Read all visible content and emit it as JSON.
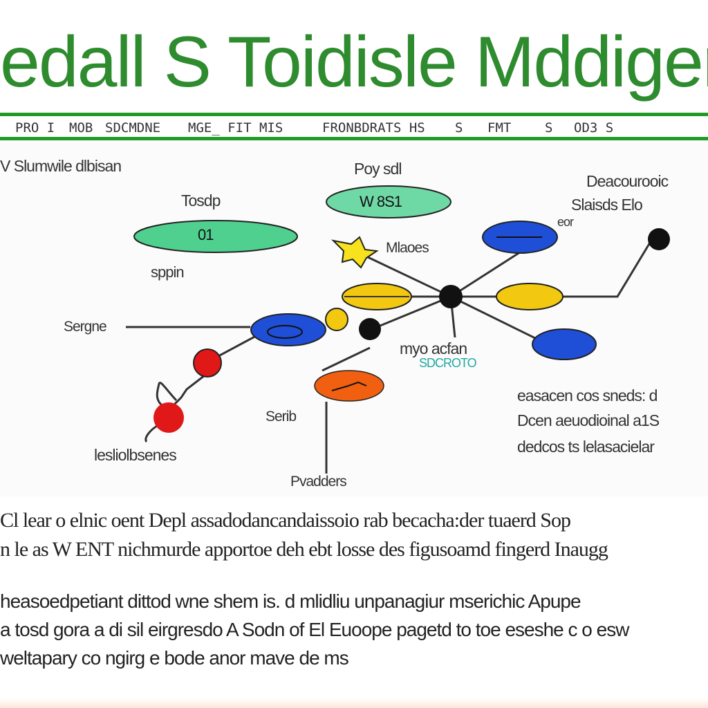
{
  "header": {
    "title": "edall S Toidisle Mddiger"
  },
  "nav": {
    "items": [
      "PRO  I",
      "MOB",
      "SDCMDNE",
      "MGE_ FIT  MIS",
      "FRONBDRATS  HS",
      "S",
      "FMT",
      "S",
      "OD3  S"
    ]
  },
  "diagram": {
    "top_left_label": "V Slumwile dlbisan",
    "toolbar_node_label": "Tosdp",
    "node_green_left": "01",
    "node_green_left_sub": "sppin",
    "node_green_top_label": "Poy sdl",
    "node_green_top_value": "W 8S1",
    "mlaoes_label": "Mlaoes",
    "right_top_label": "Deacourooic",
    "right_top_sub": "Slaisds Elo",
    "right_top_sub2": "eor",
    "sergne_label": "Sergne",
    "center_label": "myo acfan",
    "center_sub": "SDCROTO",
    "serib_label": "Serib",
    "bottom_left_label": "lesliolbsenes",
    "bottom_label": "Pvadders",
    "right_text_1": "easacen cos sneds: d",
    "right_text_2": "Dcen aeuodioinal a1S",
    "right_text_3": "dedcos ts lelasacielar",
    "colors": {
      "green": "#4fd08f",
      "blue": "#1e4fd6",
      "yellow": "#f2c811",
      "orange": "#f06010",
      "red": "#e01818",
      "black": "#111111",
      "brand_green": "#1f9a24"
    }
  },
  "body": {
    "line_1": "Cl lear o elnic oent Depl assadodancandaissoio rab becacha:der tuaerd Sop",
    "line_2": "n le as W ENT nichmurde apportoe deh ebt losse des figusoamd fingerd Inaugg",
    "line_3": "heasoedpetiant dittod wne shem is. d mlidliu unpanagiur mserichic Apupe",
    "line_4": "a tosd gora a di sil eirgresdo A Sodn of El Euoope pagetd to toe eseshe c o esw",
    "line_5": "weltapary co ngirg e bode anor mave de ms"
  }
}
